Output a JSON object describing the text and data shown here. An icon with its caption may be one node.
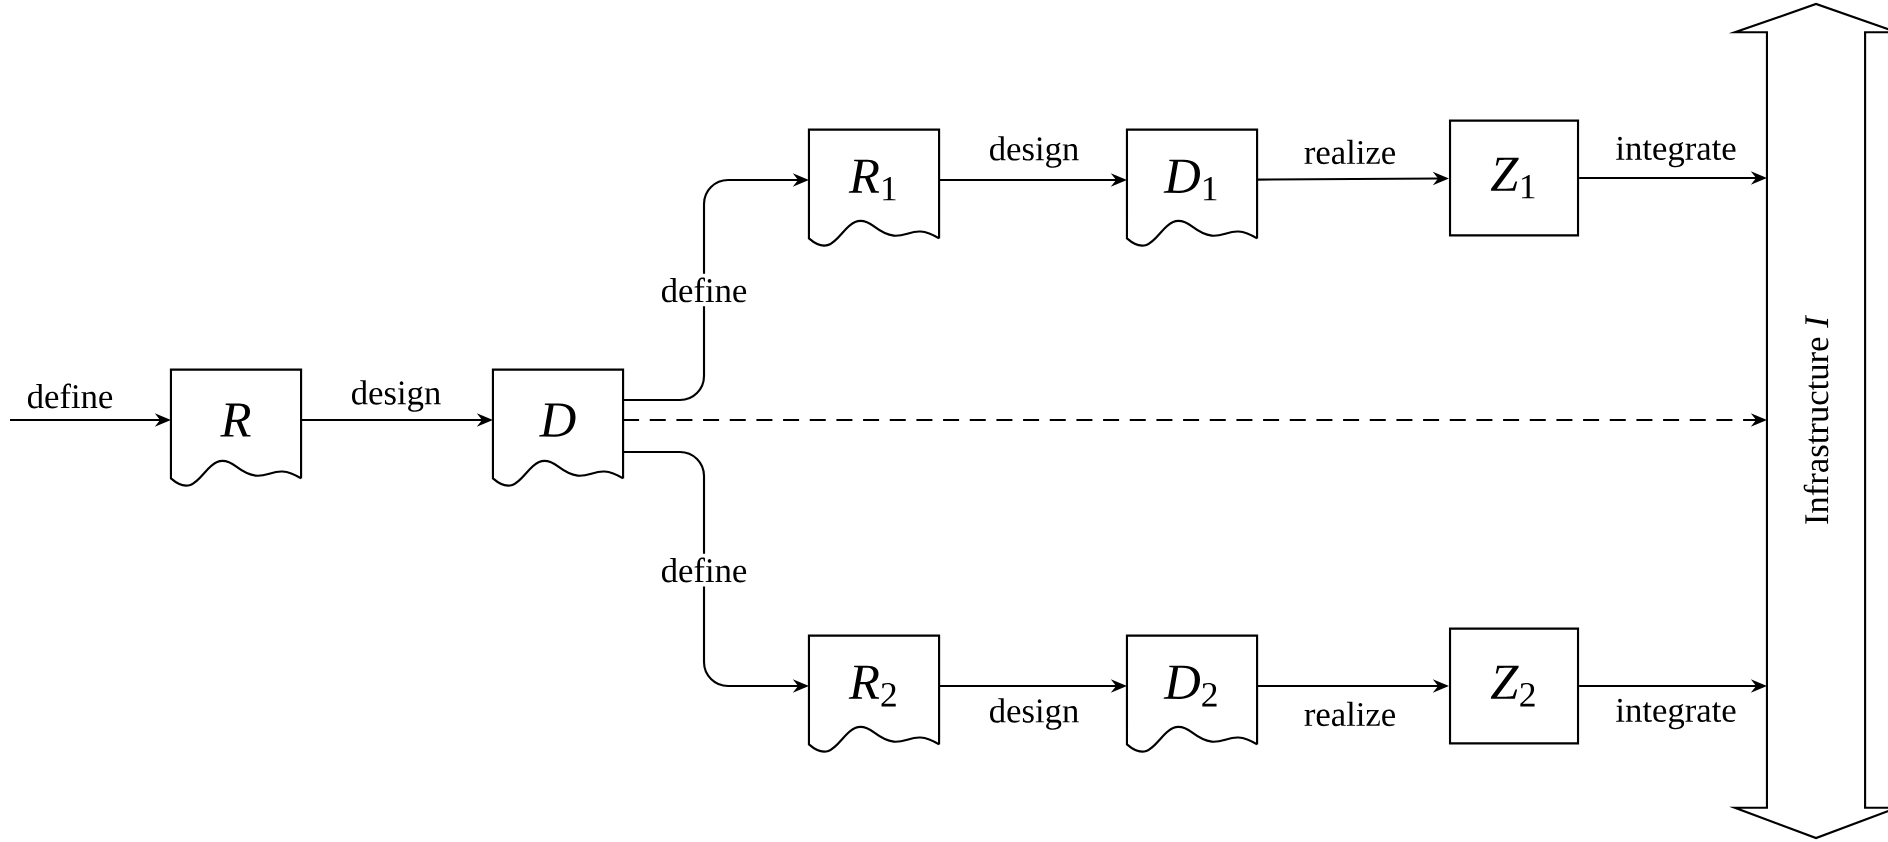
{
  "diagram": {
    "nodes": [
      {
        "text": [
          "*R*"
        ]
      },
      {
        "text": [
          "*D*"
        ]
      },
      {
        "text": [
          "*R*$_{1}$"
        ]
      },
      {
        "text": [
          "*D*$_{1}$"
        ]
      },
      {
        "text": [
          "*Z*$_{1}$"
        ]
      },
      {
        "text": [
          "*R*$_{2}$"
        ]
      },
      {
        "text": [
          "*D*$_{2}$"
        ]
      },
      {
        "text": [
          "*Z*$_{2}$"
        ]
      },
      {
        "text": [
          "Infrastructure *I*"
        ]
      }
    ],
    "edges": [
      {
        "from": null,
        "to": 0,
        "arrow": "to",
        "label": "define"
      },
      {
        "from": 0,
        "to": 1,
        "arrow": "to",
        "label": "design"
      },
      {
        "from": 1,
        "to": 2,
        "arrow": "to",
        "label": "define"
      },
      {
        "from": 2,
        "to": 3,
        "arrow": "to",
        "label": "design"
      },
      {
        "from": 3,
        "to": 4,
        "arrow": "to",
        "label": "realize"
      },
      {
        "from": 4,
        "to": 8,
        "arrow": "to",
        "label": "integrate"
      },
      {
        "from": 1,
        "to": 8,
        "arrow": "to",
        "style": "dashed"
      },
      {
        "from": 1,
        "to": 5,
        "arrow": "to",
        "label": "define"
      },
      {
        "from": 5,
        "to": 6,
        "arrow": "to",
        "label": "design"
      },
      {
        "from": 6,
        "to": 7,
        "arrow": "to",
        "label": "realize"
      },
      {
        "from": 7,
        "to": 8,
        "arrow": "to",
        "label": "integrate"
      }
    ]
  }
}
